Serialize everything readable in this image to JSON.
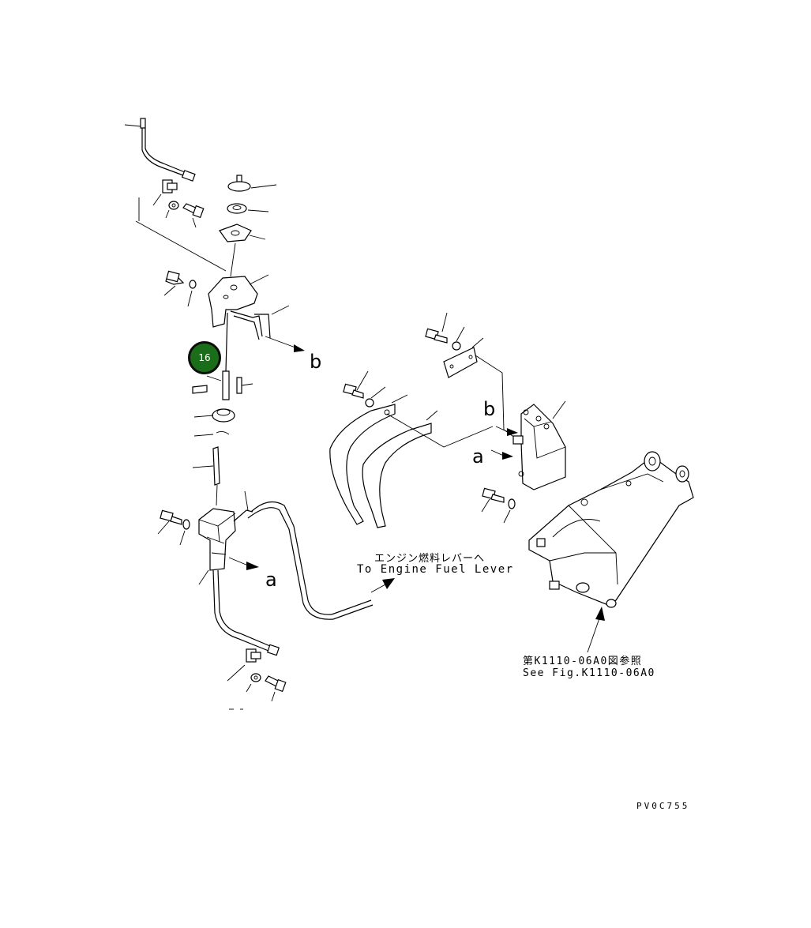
{
  "callout": {
    "number": "16"
  },
  "labels": {
    "engine_fuel_lever_jp": "エンジン燃料レバーへ",
    "engine_fuel_lever_en": "To Engine Fuel Lever",
    "see_fig_jp": "第K1110-06A0図参照",
    "see_fig_en": "See Fig.K1110-06A0",
    "figure_code": "PV0C755",
    "arrow_a_left": "a",
    "arrow_b_left": "b",
    "arrow_a_right": "a",
    "arrow_b_right": "b"
  }
}
